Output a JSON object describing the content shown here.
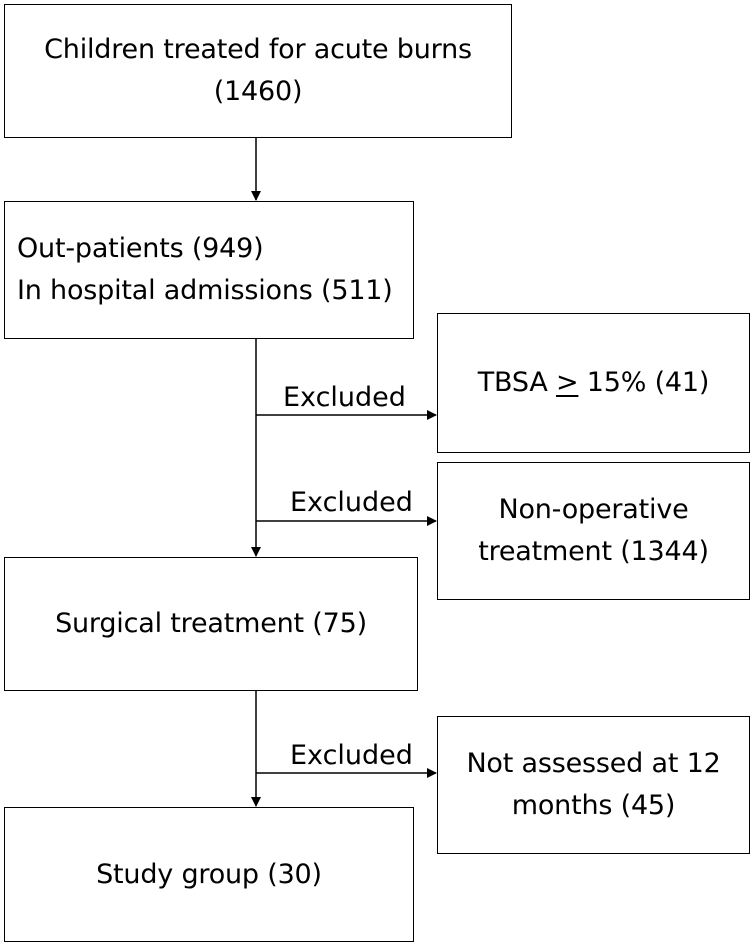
{
  "boxes": {
    "children_treated": {
      "line1": "Children treated for acute burns",
      "line2": "(1460)"
    },
    "patients": {
      "line1": "Out-patients (949)",
      "line2": "In hospital admissions (511)"
    },
    "tbsa": {
      "prefix": "TBSA ",
      "symbol": ">",
      "suffix": " 15% (41)"
    },
    "non_operative": {
      "line1": "Non-operative",
      "line2": "treatment (1344)"
    },
    "surgical": {
      "line1": "Surgical treatment (75)"
    },
    "not_assessed": {
      "line1": "Not assessed at 12",
      "line2": "months (45)"
    },
    "study_group": {
      "line1": "Study group (30)"
    }
  },
  "exclusion_labels": {
    "first": "Excluded",
    "second": "Excluded",
    "third": "Excluded"
  },
  "colors": {
    "stroke": "#000000",
    "background": "#ffffff"
  }
}
